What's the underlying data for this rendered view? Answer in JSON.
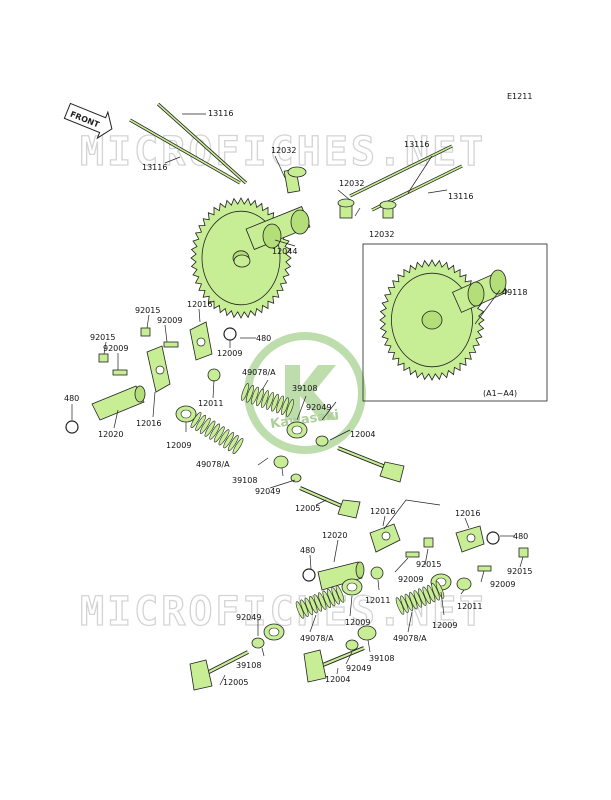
{
  "diagram_code": "E1211",
  "front_arrow_label": "FRONT",
  "watermark_text": "MICROFICHES.NET",
  "logo_text": "Kawasaki",
  "inset_label": "(A1~A4)",
  "part_labels": {
    "l13116_top": "13116",
    "l13116_left": "13116",
    "l13116_right_top": "13116",
    "l13116_right_bottom": "13116",
    "l12032_top": "12032",
    "l12032_mid": "12032",
    "l12032_bot": "12032",
    "l12044": "12044",
    "l49118": "49118",
    "l92015_a": "92015",
    "l92009_a": "92009",
    "l12016_a": "12016",
    "l480_a": "480",
    "l92015_b": "92015",
    "l92009_b": "92009",
    "l12009_a": "12009",
    "l480_b": "480",
    "l12016_b": "12016",
    "l12011_a": "12011",
    "l49078_a": "49078/A",
    "l39108_a": "39108",
    "l92049_a": "92049",
    "l12020_a": "12020",
    "l12009_b": "12009",
    "l49078_b": "49078/A",
    "l39108_b": "39108",
    "l92049_b": "92049",
    "l12004_a": "12004",
    "l12005_a": "12005",
    "l12016_c": "12016",
    "l12016_d": "12016",
    "l480_c": "480",
    "l12020_b": "12020",
    "l480_d": "480",
    "l92009_c": "92009",
    "l92015_c": "92015",
    "l92009_d": "92009",
    "l92015_d": "92015",
    "l12011_b": "12011",
    "l12011_c": "12011",
    "l12009_c": "12009",
    "l12009_d": "12009",
    "l49078_c": "49078/A",
    "l49078_d": "49078/A",
    "l92049_c": "92049",
    "l39108_c": "39108",
    "l92049_d": "92049",
    "l39108_d": "39108",
    "l12005_b": "12005",
    "l12004_b": "12004"
  },
  "colors": {
    "part_fill": "#c8ee95",
    "part_stroke": "#222222",
    "watermark": "#d4d4d4",
    "logo_green": "#8ac26a"
  }
}
